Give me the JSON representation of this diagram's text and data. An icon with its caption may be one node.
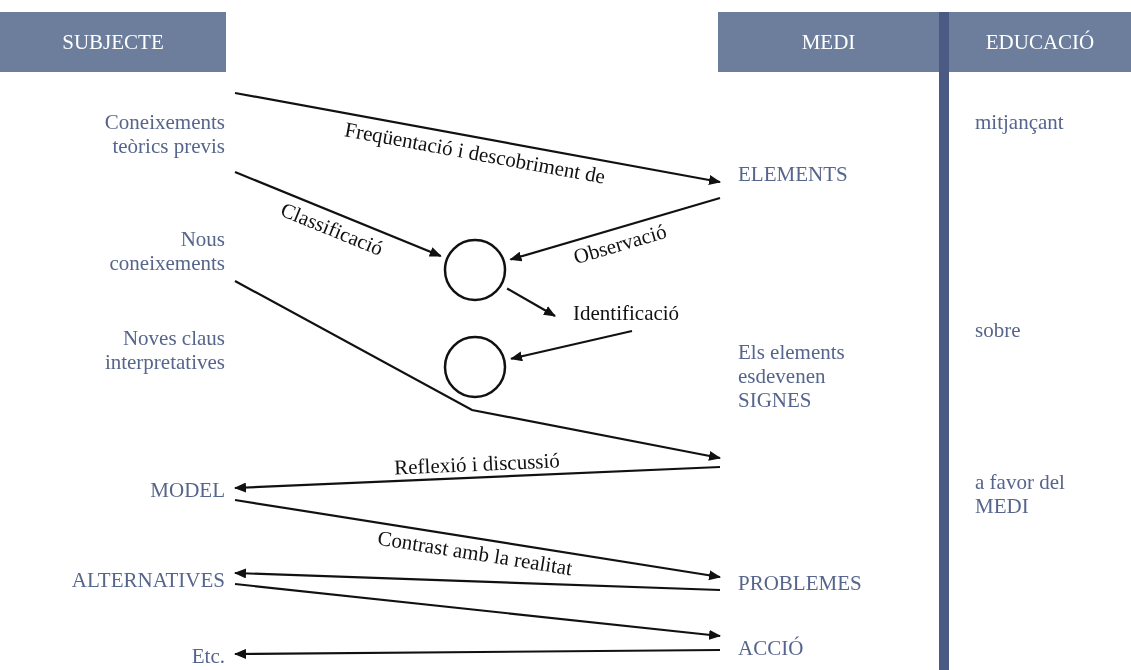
{
  "diagram": {
    "nodes": [
      {
        "text": [
          "SUBJECTE"
        ]
      },
      {
        "text": [
          "MEDI"
        ]
      },
      {
        "text": [
          "EDUCACIÓ"
        ]
      },
      {
        "text": [
          "Coneixements teòrics previs"
        ]
      },
      {
        "text": [
          "Nous coneixements"
        ]
      },
      {
        "text": [
          "Noves claus interpretatives"
        ]
      },
      {
        "text": [
          "ELEMENTS"
        ]
      },
      {
        "text": [],
        "shape": "circle"
      },
      {
        "text": [
          "Identificació"
        ]
      },
      {
        "text": [],
        "shape": "circle"
      },
      {
        "text": [
          "Els elements esdevenen SIGNES"
        ]
      },
      {
        "text": [
          "MODEL"
        ]
      },
      {
        "text": [
          "PROBLEMES"
        ]
      },
      {
        "text": [
          "ALTERNATIVES"
        ]
      },
      {
        "text": [
          "ACCIÓ"
        ]
      },
      {
        "text": [
          "Etc."
        ]
      }
    ],
    "edges": [
      {
        "from": 3,
        "to": 6,
        "arrow": "to",
        "label": "Freqüentació i descobriment de"
      },
      {
        "from": 3,
        "to": 7,
        "arrow": "to",
        "label": "Classificació"
      },
      {
        "from": 6,
        "to": 7,
        "arrow": "to",
        "label": "Observació"
      },
      {
        "from": 7,
        "to": 8,
        "arrow": "to"
      },
      {
        "from": 8,
        "to": 9,
        "arrow": "to"
      },
      {
        "from": 4,
        "to": 10,
        "arrow": "to"
      },
      {
        "from": 10,
        "to": 11,
        "arrow": "to",
        "label": "Reflexió i discussió"
      },
      {
        "from": 11,
        "to": 12,
        "arrow": "to",
        "label": "Contrast amb la realitat"
      },
      {
        "from": 12,
        "to": 13,
        "arrow": "to"
      },
      {
        "from": 13,
        "to": 14,
        "arrow": "to"
      },
      {
        "from": 14,
        "to": 15,
        "arrow": "to"
      }
    ],
    "labels": [
      "mitjançant",
      "sobre",
      "a favor del MEDI"
    ]
  }
}
